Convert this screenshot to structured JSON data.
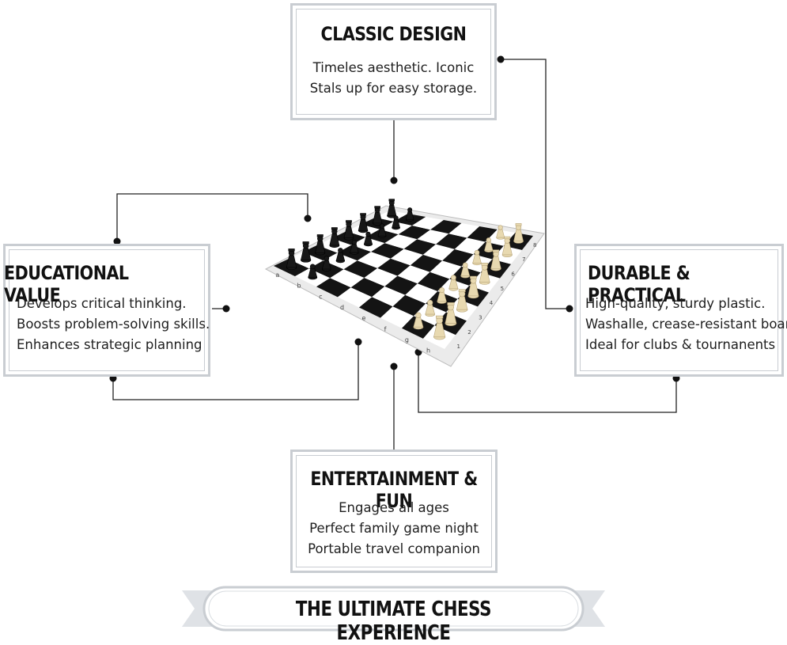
{
  "classic_design": {
    "title": "CLASSIC DESIGN",
    "lines": [
      "Timeles aesthetic. Iconic",
      "Stals up for easy storage."
    ]
  },
  "educational_value": {
    "title": "EDUCATIONAL VALUE",
    "lines": [
      "Develops critical thinking.",
      "Boosts problem-solving skills.",
      "Enhances strategic planning"
    ]
  },
  "durable_practical": {
    "title": "DURABLE & PRACTICAL",
    "lines": [
      "High-quality, sturdy plastic.",
      "Washalle, crease-resistant board",
      "Ideal for clubs & tournanents"
    ]
  },
  "entertainment_fun": {
    "title": "ENTERTAINMENT & FUN",
    "lines": [
      "Engages all ages",
      "Perfect family game night",
      "Portable travel companion"
    ]
  },
  "banner": {
    "text": "THE ULTIMATE CHESS EXPERIENCE"
  },
  "board": {
    "file_letters": [
      "a",
      "b",
      "c",
      "d",
      "e",
      "f",
      "g",
      "h"
    ],
    "rank_numbers": [
      "1",
      "2",
      "3",
      "4",
      "5",
      "6",
      "7",
      "8"
    ]
  },
  "colors": {
    "frame": "#c9cdd2",
    "connector": "#222222",
    "dark_square": "#141414",
    "light_square": "#ffffff",
    "board_mat": "#ebebeb",
    "black_piece": "#181818",
    "white_piece": "#e8d9b0"
  }
}
